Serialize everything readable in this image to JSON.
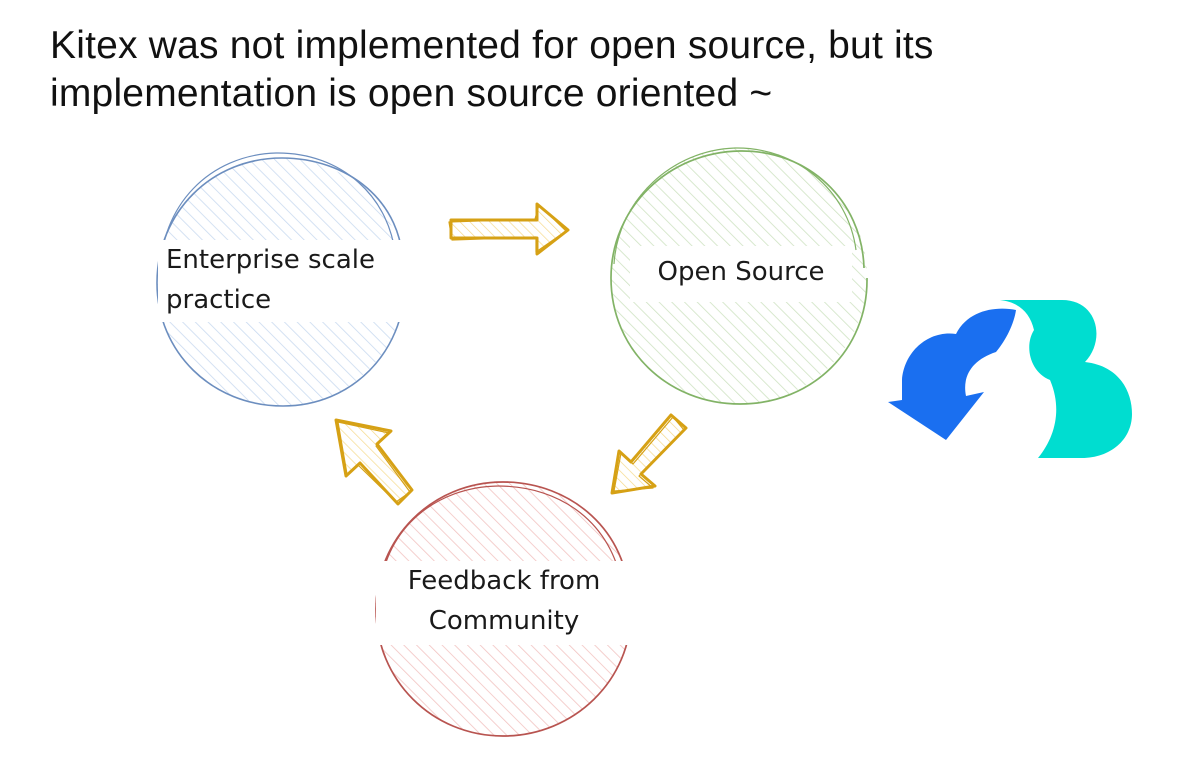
{
  "title": {
    "line1": "Kitex was not implemented for open source, but its",
    "line2": "implementation is open source oriented ~"
  },
  "nodes": {
    "enterprise": {
      "line1": "Enterprise scale",
      "line2": "practice",
      "stroke": "#6c8ebf",
      "hatch": "#c9daf0"
    },
    "open_source": {
      "line1": "Open Source",
      "stroke": "#82b366",
      "hatch": "#cfe3c2"
    },
    "feedback": {
      "line1": "Feedback from",
      "line2": "Community",
      "stroke": "#b85450",
      "hatch": "#f2c3c1"
    }
  },
  "arrows": {
    "stroke": "#d6a115",
    "fill": "#fbe7b3",
    "flow": [
      "enterprise-to-open-source",
      "open-source-to-feedback",
      "feedback-to-enterprise"
    ]
  },
  "logo": {
    "name": "cloud-logo-icon",
    "colors": [
      "#1a6ff0",
      "#00ddd0"
    ]
  }
}
